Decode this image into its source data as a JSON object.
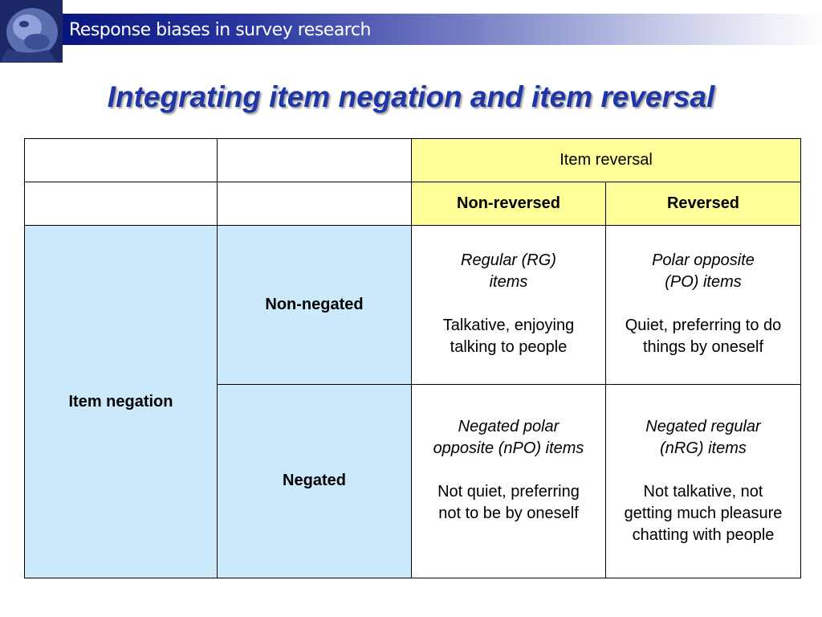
{
  "header": {
    "banner_text": "Response biases in survey research",
    "logo_icon": "lion-logo-icon"
  },
  "title": "Integrating item negation and item reversal",
  "colors": {
    "title": "#1f35a8",
    "header_yellow": "#ffff99",
    "row_blue": "#cce9fb",
    "banner_dark": "#0a1680"
  },
  "table": {
    "item_reversal": "Item reversal",
    "non_reversed": "Non-reversed",
    "reversed": "Reversed",
    "item_negation": "Item negation",
    "non_negated": "Non-negated",
    "negated": "Negated",
    "cells": {
      "rg_type_1": "Regular (RG)",
      "rg_type_2": "items",
      "rg_ex_1": "Talkative, enjoying",
      "rg_ex_2": "talking to people",
      "po_type_1": "Polar opposite",
      "po_type_2": "(PO) items",
      "po_ex_1": "Quiet, preferring to do",
      "po_ex_2": "things by oneself",
      "npo_type_1": "Negated polar",
      "npo_type_2": "opposite (nPO) items",
      "npo_ex_1": "Not quiet, preferring",
      "npo_ex_2": "not to be by oneself",
      "nrg_type_1": "Negated regular",
      "nrg_type_2": "(nRG) items",
      "nrg_ex_1": "Not talkative, not",
      "nrg_ex_2": "getting much pleasure",
      "nrg_ex_3": "chatting with people"
    }
  }
}
